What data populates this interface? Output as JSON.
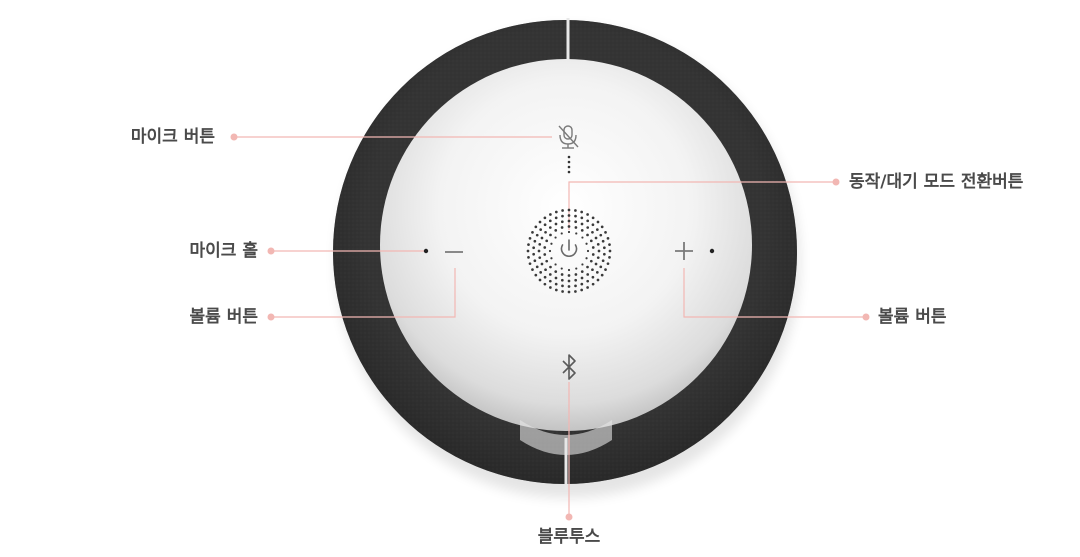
{
  "labels": {
    "mic_button": "마이크 버튼",
    "mic_hole": "마이크 홀",
    "volume_button_left": "볼륨 버튼",
    "power_mode_button": "동작/대기 모드 전환버튼",
    "volume_button_right": "볼륨 버튼",
    "bluetooth": "블루투스"
  },
  "colors": {
    "leader_line": "#f2b7b3",
    "fabric": "#2e2e2e",
    "label_text": "#4a4a4a",
    "icon": "#6a6a6a"
  },
  "icons": {
    "mic": "mic-muted-icon",
    "power": "power-icon",
    "minus": "minus-icon",
    "plus": "plus-icon",
    "bluetooth": "bluetooth-icon"
  }
}
